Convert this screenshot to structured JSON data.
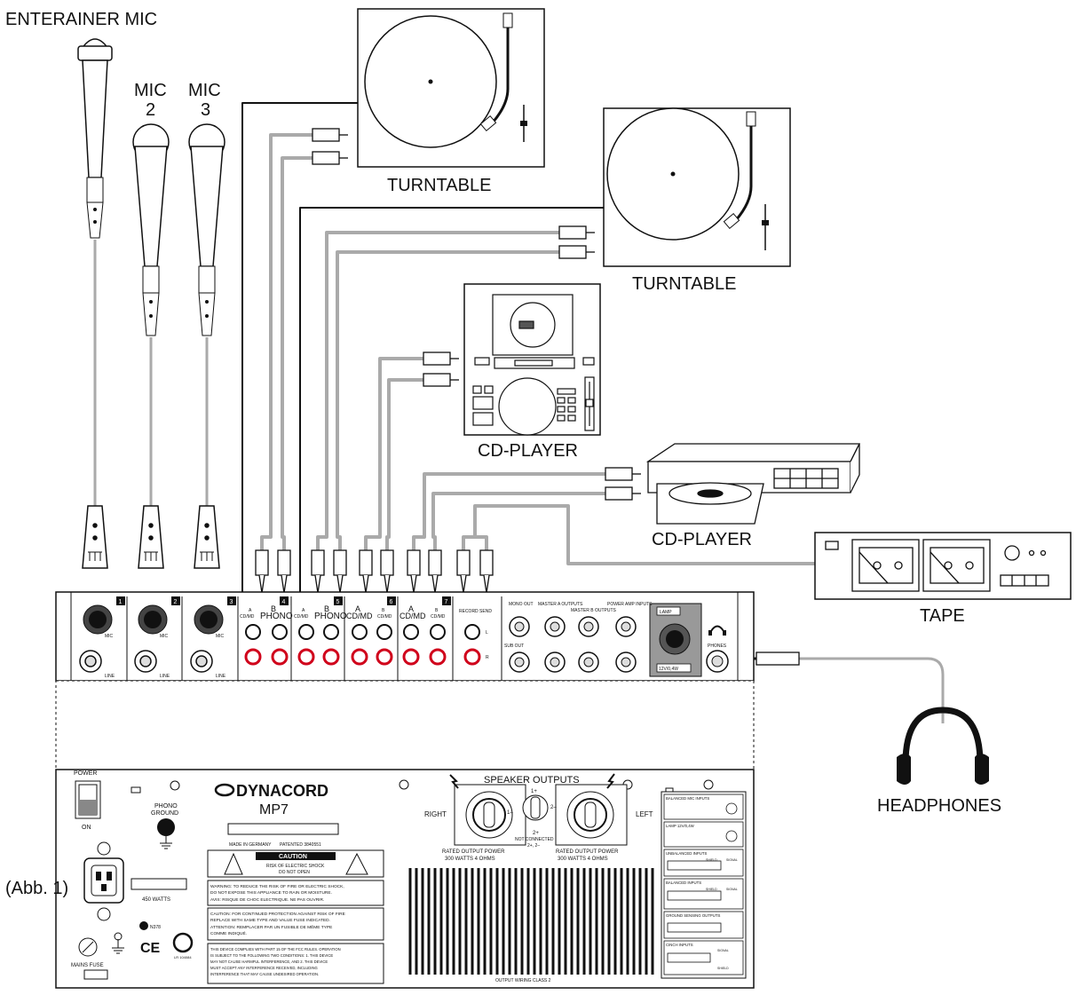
{
  "labels": {
    "entertainer_mic": "ENTERAINER MIC",
    "mic2_line1": "MIC",
    "mic2_line2": "2",
    "mic3_line1": "MIC",
    "mic3_line2": "3",
    "turntable1": "TURNTABLE",
    "turntable2": "TURNTABLE",
    "cdplayer1": "CD-PLAYER",
    "cdplayer2": "CD-PLAYER",
    "tape": "TAPE",
    "headphones": "HEADPHONES",
    "figure_ref": "(Abb. 1)"
  },
  "mixer": {
    "channel_numbers": [
      "1",
      "2",
      "3",
      "4",
      "5",
      "6",
      "7"
    ],
    "mic": "MIC",
    "line": "LINE",
    "a": "A",
    "b": "B",
    "cdmd": "CD/MD",
    "phono": "PHONO",
    "l": "L",
    "r": "R",
    "record_send": "RECORD SEND",
    "mono_out": "MONO OUT",
    "master_a": "MASTER A OUTPUTS",
    "master_b": "MASTER B OUTPUTS",
    "power_amp": "POWER AMP INPUTS",
    "sub_out": "SUB OUT",
    "lamp": "LAMP",
    "lamp_rating": "12V/0,4W",
    "phones": "PHONES"
  },
  "rear": {
    "brand": "DYNACORD",
    "model": "MP7",
    "made_in": "MADE IN GERMANY",
    "patented": "PATENTED 3840551",
    "power": "POWER",
    "on": "ON",
    "phono_ground_1": "PHONO",
    "phono_ground_2": "GROUND",
    "watts": "450 WATTS",
    "mains_fuse": "MAINS FUSE",
    "caution": "CAUTION",
    "caution_sub1": "RISK OF ELECTRIC SHOCK",
    "caution_sub2": "DO NOT OPEN",
    "warning": "WARNING: TO REDUCE THE RISK OF FIRE OR ELECTRIC SHOCK,",
    "warning2": "DO NOT EXPOSE THIS APPLIANCE TO RAIN OR MOISTURE.",
    "avis": "AVIS: RISQUE DE CHOC ELECTRIQUE. NE PAS OUVRIR.",
    "caution2": "CAUTION: FOR CONTINUED PROTECTION AGAINST RISK OF FIRE",
    "caution2b": "REPLACE WITH SAME TYPE AND VALUE FUSE INDICATED.",
    "attention": "ATTENTION: REMPLACER PAR UN FUSIBLE DE MÊME TYPE",
    "attention2": "COMME INDIQUÉ.",
    "fcc1": "THIS DEVICE COMPLIES WITH PART 15 OF THE FCC RULES. OPERATION",
    "fcc2": "IS SUBJECT TO THE FOLLOWING TWO CONDITIONS: 1. THIS DEVICE",
    "fcc3": "MAY NOT CAUSE HARMFUL INTERFERENCE, AND 2. THIS DEVICE",
    "fcc4": "MUST ACCEPT ANY INTERFERENCE RECEIVED, INCLUDING",
    "fcc5": "INTERFERENCE THAT MAY CAUSE UNDESIRED OPERATION.",
    "speaker_outputs": "SPEAKER OUTPUTS",
    "right": "RIGHT",
    "left": "LEFT",
    "rated1": "RATED OUTPUT POWER",
    "rated1b": "300 WATTS 4 OHMS",
    "rated2": "RATED OUTPUT POWER",
    "rated2b": "300 WATTS 4 OHMS",
    "not_connected": "NOT CONNECTED",
    "not_connected2": "2+, 2–",
    "pin_1p": "1+",
    "pin_1m": "1–",
    "pin_2p": "2+",
    "pin_2m": "2–",
    "output_wiring": "OUTPUT WIRING CLASS 2",
    "n378": "N378",
    "lr_code": "LR 104084",
    "legend_balanced_mic": "BALANCED MIC INPUTS",
    "legend_lamp": "LAMP 12V/0,4W",
    "legend_unbalanced": "UNBALANCED INPUTS",
    "legend_balanced": "BALANCED INPUTS",
    "legend_ground": "GROUND SENSING OUTPUTS",
    "legend_cinch": "CINCH INPUTS",
    "legend_shield": "SHIELD",
    "legend_signal": "SIGNAL"
  }
}
